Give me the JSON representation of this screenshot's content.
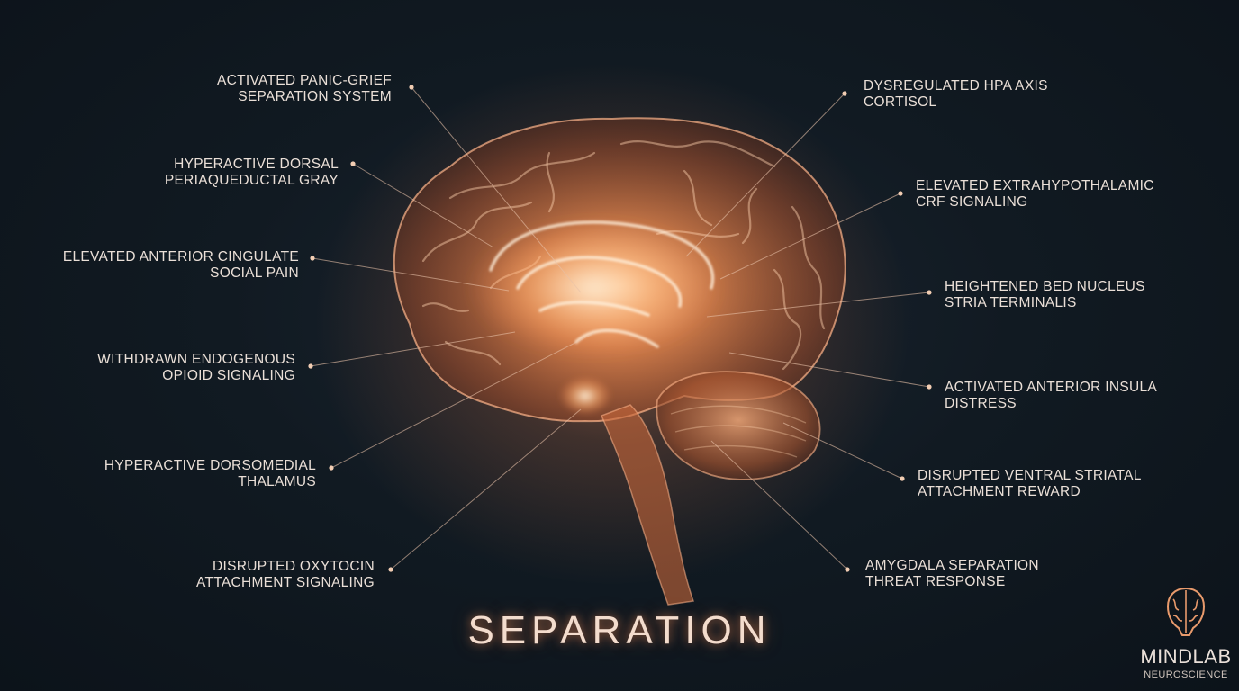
{
  "title": "SEPARATION",
  "labels_left": [
    {
      "line1": "ACTIVATED PANIC-GRIEF",
      "line2": "SEPARATION SYSTEM"
    },
    {
      "line1": "HYPERACTIVE DORSAL",
      "line2": "PERIAQUEDUCTAL GRAY"
    },
    {
      "line1": "ELEVATED ANTERIOR CINGULATE",
      "line2": "SOCIAL PAIN"
    },
    {
      "line1": "WITHDRAWN ENDOGENOUS",
      "line2": "OPIOID SIGNALING"
    },
    {
      "line1": "HYPERACTIVE DORSOMEDIAL",
      "line2": "THALAMUS"
    },
    {
      "line1": "DISRUPTED OXYTOCIN",
      "line2": "ATTACHMENT SIGNALING"
    }
  ],
  "labels_right": [
    {
      "line1": "DYSREGULATED HPA AXIS",
      "line2": "CORTISOL"
    },
    {
      "line1": "ELEVATED EXTRAHYPOTHALAMIC",
      "line2": "CRF SIGNALING"
    },
    {
      "line1": "HEIGHTENED BED NUCLEUS",
      "line2": "STRIA TERMINALIS"
    },
    {
      "line1": "ACTIVATED ANTERIOR INSULA",
      "line2": "DISTRESS"
    },
    {
      "line1": "DISRUPTED VENTRAL STRIATAL",
      "line2": "ATTACHMENT REWARD"
    },
    {
      "line1": "AMYGDALA SEPARATION",
      "line2": "THREAT RESPONSE"
    }
  ],
  "logo": {
    "name": "MINDLAB",
    "subtitle": "NEUROSCIENCE"
  },
  "colors": {
    "accent": "#ff9a5c",
    "background": "#101820",
    "line": "#e8c2a8"
  }
}
